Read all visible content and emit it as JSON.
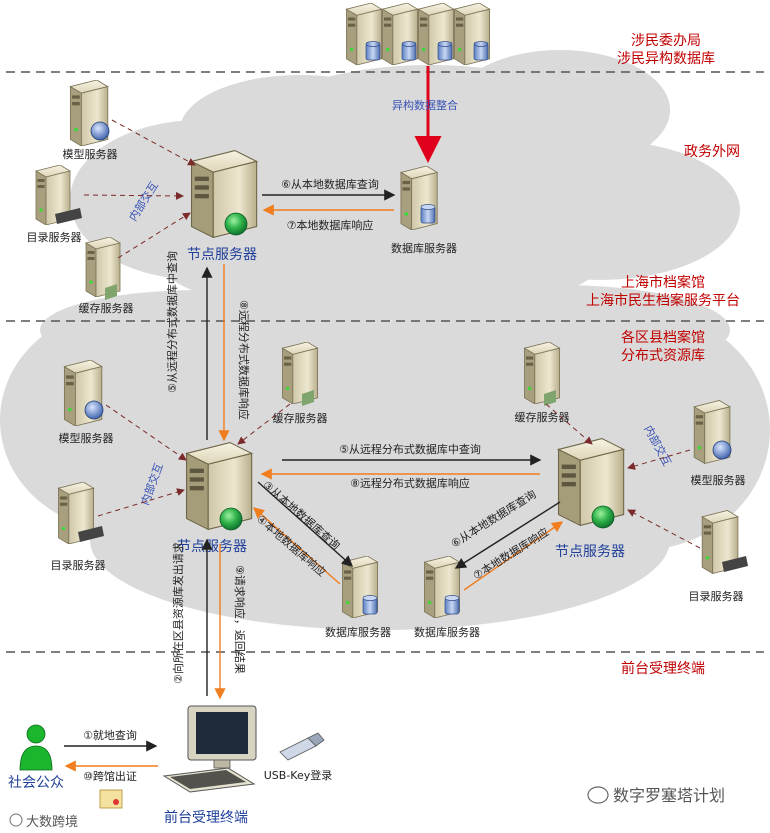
{
  "zones": {
    "z1_line1": "涉民委办局",
    "z1_line2": "涉民异构数据库",
    "z2": "政务外网",
    "z3_line1": "上海市档案馆",
    "z3_line2": "上海市民生档案服务平台",
    "z4_line1": "各区县档案馆",
    "z4_line2": "分布式资源库",
    "z5": "前台受理终端"
  },
  "labels": {
    "model_server": "模型服务器",
    "catalog_server": "目录服务器",
    "cache_server": "缓存服务器",
    "db_server": "数据库服务器",
    "node_server": "节点服务器",
    "internal_interaction": "内部交互",
    "heterogeneous_integration": "异构数据整合",
    "usb_key_login": "USB-Key登录",
    "public_user": "社会公众",
    "frontend_terminal": "前台受理终端",
    "watermark_left": "大数跨境",
    "watermark_right": "数字罗塞塔计划"
  },
  "steps": {
    "s6_top": "⑥从本地数据库查询",
    "s7_top": "⑦本地数据库响应",
    "s5_vertical": "⑤从远程分布式数据库中查询",
    "s8_vertical": "⑧远程分布式数据库响应",
    "s5_horizontal": "⑤从远程分布式数据库中查询",
    "s8_horizontal": "⑧远程分布式数据库响应",
    "s3_left": "③从本地数据库查询",
    "s4_left": "④本地数据库响应",
    "s6_right": "⑥从本地数据库查询",
    "s7_right": "⑦本地数据库响应",
    "s2_vertical": "②向所在区县资源库发出请求",
    "s9_vertical": "⑨请求响应，返回结果",
    "s1": "①就地查询",
    "s10": "⑩跨馆出证"
  },
  "colors": {
    "red_zone_text": "#c00000",
    "node_text": "#1f3f9a",
    "orange_arrow": "#f07d1e",
    "red_arrow": "#e0001b",
    "dark_arrow": "#222222",
    "dashed_arrow": "#7a2a2a",
    "separator": "#555555"
  }
}
